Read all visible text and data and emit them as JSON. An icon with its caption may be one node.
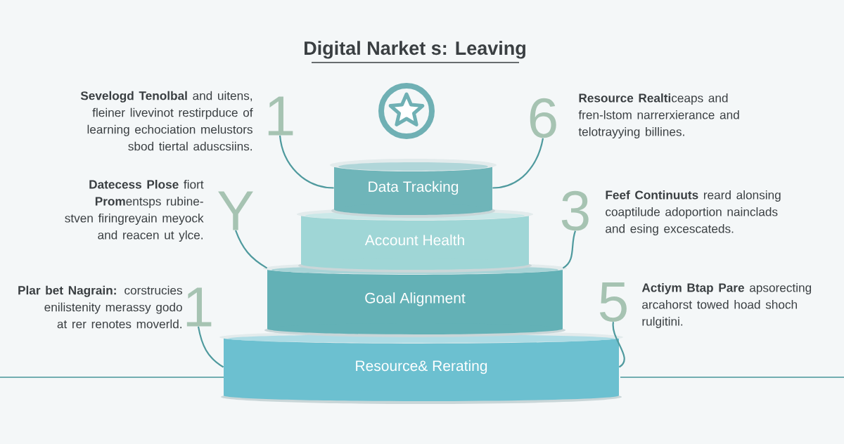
{
  "diagram": {
    "title": "Digital Narket s: Leaving",
    "nodes": [
      {
        "text": [
          "Data Tracking"
        ]
      },
      {
        "text": [
          "Account Health"
        ]
      },
      {
        "text": [
          "Goal Alignment"
        ]
      },
      {
        "text": [
          "Resource& Rerating"
        ]
      },
      {
        "text": [
          "1"
        ],
        "beside": [
          "**Sevelogd Tenolbal** and uitens, fleiner livevinot restirpduce of learning echociation melustors sbod tiertal aduscsiins."
        ]
      },
      {
        "text": [
          "Y"
        ],
        "beside": [
          "**Datecess Plose** fiort **Prom**entsps rubine-stven firingreyain meyock and reacen ut ylce."
        ]
      },
      {
        "text": [
          "1"
        ],
        "beside": [
          "**Plar bet Nagrain:** corstrucies enilistenity merassy godo at rer renotes moverld."
        ]
      },
      {
        "text": [
          "6"
        ],
        "beside": [
          "**Resource Realti**ceaps and fren-lstom narrerxierance and telotrayying billines."
        ]
      },
      {
        "text": [
          "3"
        ],
        "beside": [
          "**Feef Continuuts** reard alonsing coaptilude adoportion nainclads and esing excescateds."
        ]
      },
      {
        "text": [
          "5"
        ],
        "beside": [
          "**Actiym Btap Pare** apsorecting arcahorst towed hoad shoch rulgitini."
        ]
      }
    ],
    "edges": [
      {
        "from": 4,
        "to": 0,
        "arrow": "none"
      },
      {
        "from": 5,
        "to": 2,
        "arrow": "none"
      },
      {
        "from": 6,
        "to": 3,
        "arrow": "none"
      },
      {
        "from": 7,
        "to": 0,
        "arrow": "none"
      },
      {
        "from": 8,
        "to": 2,
        "arrow": "none"
      },
      {
        "from": 9,
        "to": 3,
        "arrow": "none"
      }
    ]
  }
}
